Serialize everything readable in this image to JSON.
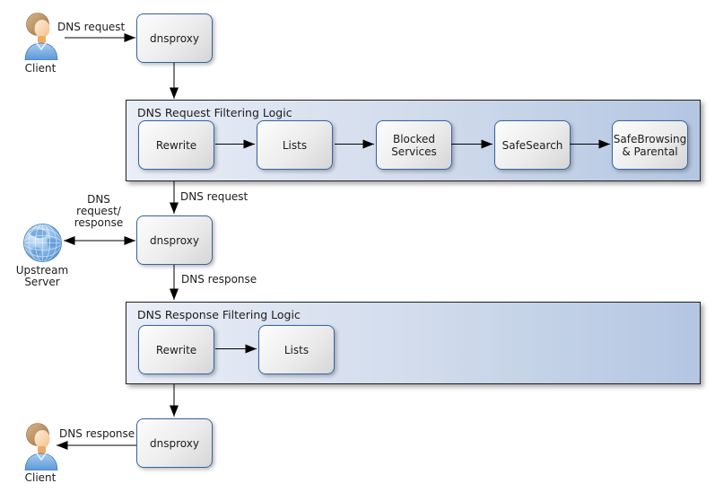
{
  "diagram": {
    "actors": {
      "client_top": {
        "label": "Client"
      },
      "client_bottom": {
        "label": "Client"
      },
      "upstream_server": {
        "label_lines": [
          "Upstream",
          "Server"
        ]
      }
    },
    "proxies": {
      "dnsproxy_top": {
        "label": "dnsproxy"
      },
      "dnsproxy_mid": {
        "label": "dnsproxy"
      },
      "dnsproxy_bottom": {
        "label": "dnsproxy"
      }
    },
    "request_filtering": {
      "title": "DNS Request Filtering Logic",
      "steps": [
        {
          "label": "Rewrite"
        },
        {
          "label": "Lists"
        },
        {
          "label": "Blocked Services"
        },
        {
          "label": "SafeSearch"
        },
        {
          "label": "SafeBrowsing & Parental"
        }
      ]
    },
    "response_filtering": {
      "title": "DNS Response Filtering Logic",
      "steps": [
        {
          "label": "Rewrite"
        },
        {
          "label": "Lists"
        }
      ]
    },
    "edge_labels": {
      "client_to_proxy": "DNS request",
      "proxy_to_request_filter": "DNS request",
      "upstream_lines": [
        "DNS",
        "request/",
        "response"
      ],
      "proxy_to_response_filter": "DNS response",
      "proxy_to_client": "DNS response"
    },
    "colors": {
      "box_border": "#3465a4",
      "box_fill_light": "#fdfdfd",
      "box_fill_dark": "#d6d6d6",
      "container_left": "#e9eef8",
      "container_right": "#b3c6e2",
      "arrow": "#000000",
      "text": "#1c1c1c"
    }
  }
}
